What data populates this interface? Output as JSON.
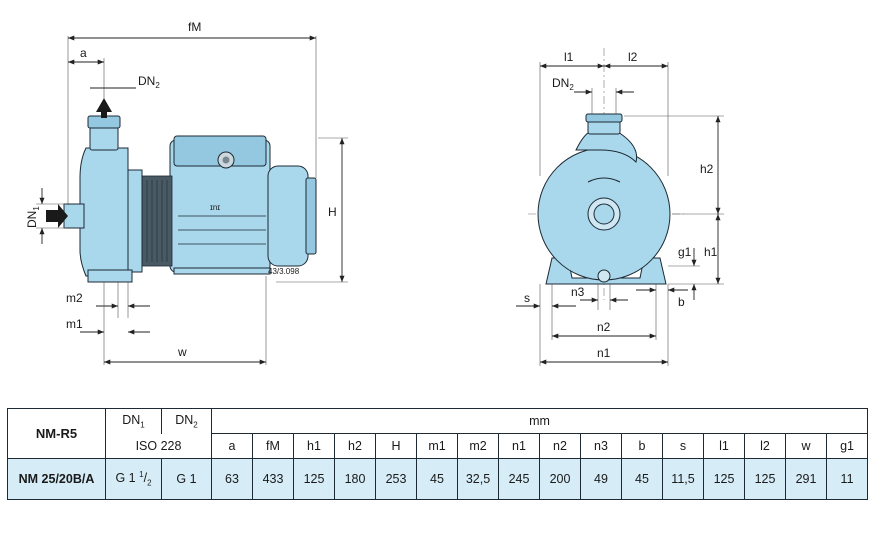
{
  "drawing_labels": {
    "fM": "fM",
    "a": "a",
    "DN2": "DN",
    "DN2_sub": "2",
    "DN1": "DN",
    "DN1_sub": "1",
    "H": "H",
    "m2": "m2",
    "m1": "m1",
    "w": "w",
    "code": "43/3.098",
    "l1": "l1",
    "l2": "l2",
    "h2": "h2",
    "g1": "g1",
    "h1": "h1",
    "s": "s",
    "n3": "n3",
    "b": "b",
    "n2": "n2",
    "n1": "n1"
  },
  "table": {
    "model_header": "NM-R5",
    "dn1_header": "DN",
    "dn1_sub": "1",
    "dn2_header": "DN",
    "dn2_sub": "2",
    "iso_header": "ISO 228",
    "unit_header": "mm",
    "columns": [
      "a",
      "fM",
      "h1",
      "h2",
      "H",
      "m1",
      "m2",
      "n1",
      "n2",
      "n3",
      "b",
      "s",
      "l1",
      "l2",
      "w",
      "g1"
    ],
    "row": {
      "model": "NM 25/20B/A",
      "dn1": "G 1",
      "dn1_sup": "1",
      "dn1_sub": "2",
      "dn2": "G 1",
      "values": [
        "63",
        "433",
        "125",
        "180",
        "253",
        "45",
        "32,5",
        "245",
        "200",
        "49",
        "45",
        "11,5",
        "125",
        "125",
        "291",
        "11"
      ]
    }
  },
  "colors": {
    "pump_body": "#a9d7ec",
    "table_highlight": "#d6edf8"
  }
}
